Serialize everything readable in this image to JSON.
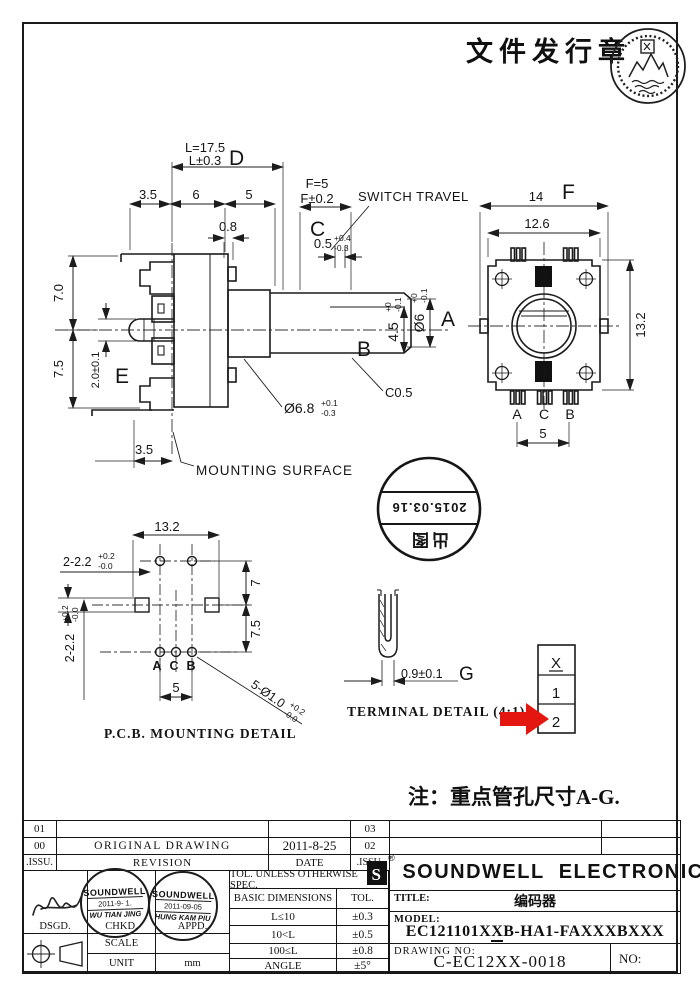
{
  "header": {
    "issuance_stamp_text": "文件发行章"
  },
  "note": {
    "text": "注：重点管孔尺寸A-G."
  },
  "date_stamp": {
    "date": "2015.03.16",
    "action": "出图"
  },
  "side_view": {
    "dim_d": {
      "len": "L=17.5",
      "tol": "L±0.3",
      "label": "D"
    },
    "dim_f": {
      "len": "F=5",
      "tol": "F±0.2",
      "label": "C"
    },
    "switch_travel": "SWITCH TRAVEL",
    "travel": {
      "v": "0.5",
      "p": "+0.4",
      "m": "-0.3"
    },
    "top": {
      "a": "3.5",
      "b": "6",
      "c": "5",
      "d": "0.8"
    },
    "left": {
      "h1": "7.0",
      "h2": "7.5",
      "pin": "2.0±0.1",
      "label": "E",
      "foot": "3.5"
    },
    "mounting": "MOUNTING SURFACE",
    "bushing": {
      "v": "Ø6.8",
      "p": "+0.1",
      "m": "-0.3"
    },
    "chamfer": "C0.5",
    "shaft_flat": {
      "label": "B",
      "v": "4.5",
      "p": "+0",
      "m": "-0.1"
    },
    "shaft_dia": {
      "v": "Ø6",
      "p": "+0",
      "m": "-0.1",
      "label": "A"
    }
  },
  "front_view": {
    "width": "14",
    "width_label": "F",
    "inner": "12.6",
    "height": "13.2",
    "pitch": "5",
    "t1": "A",
    "t2": "C",
    "t3": "B"
  },
  "pcb": {
    "width": "13.2",
    "side_h": {
      "v": "2-2.2",
      "p": "+0.2",
      "m": "-0.0"
    },
    "side_v": {
      "v": "2-2.2",
      "p": "+0.2",
      "m": "-0.0"
    },
    "v1": "7",
    "v2": "7.5",
    "pitch": "5",
    "holes": {
      "v": "5-Ø1.0",
      "p": "+0.2",
      "m": "-0.0"
    },
    "t1": "A",
    "t2": "C",
    "t3": "B",
    "caption": "P.C.B. MOUNTING DETAIL"
  },
  "terminal": {
    "dim": "0.9±0.1",
    "label": "G",
    "caption": "TERMINAL DETAIL (4:1)"
  },
  "selector": {
    "rows": [
      "X",
      "1",
      "2"
    ]
  },
  "title_block": {
    "rev_rows": [
      {
        "no": "01",
        "desc": "",
        "date": "",
        "no2": "03"
      },
      {
        "no": "00",
        "desc": "ORIGINAL  DRAWING",
        "date": "2011-8-25",
        "no2": "02"
      }
    ],
    "rev_header": {
      "no": ".ISSU.",
      "desc": "REVISION",
      "date": "DATE",
      "no2": ".ISSU."
    },
    "labels": {
      "dsgd": "DSGD.",
      "chkd": "CHKD.",
      "appd": "APPD.",
      "scale": "SCALE",
      "unit": "UNIT",
      "unit_value": "mm"
    },
    "stamps": [
      {
        "co": "SOUNDWELL",
        "date": "2011-9- 1.",
        "name": "WU TIAN JING"
      },
      {
        "co": "SOUNDWELL",
        "date": "2011-09-05",
        "name": "HUNG KAM PIU"
      }
    ],
    "tol": {
      "header": "TOL. UNLESS OTHERWISE SPEC.",
      "col1": "BASIC DIMENSIONS",
      "col2": "TOL.",
      "rows": [
        {
          "dim": "L≤10",
          "tol": "±0.3"
        },
        {
          "dim": "10<L",
          "tol": "±0.5"
        },
        {
          "dim": "100≤L",
          "tol": "±0.8"
        },
        {
          "dim": "ANGLE",
          "tol": "±5°"
        }
      ]
    },
    "company": {
      "name1": "SOUNDWELL",
      "name2": "ELECTRONIC",
      "reg": "®",
      "logo": "S"
    },
    "title": {
      "label": "TITLE:",
      "value": "编码器"
    },
    "model": {
      "label": "MODEL:",
      "pre": "EC121101X",
      "u": "X",
      "post": "B-HA1-FAXXXBXXX"
    },
    "drawing": {
      "label": "DRAWING NO:",
      "value": "C-EC12XX-0018",
      "no_label": "NO:"
    }
  }
}
